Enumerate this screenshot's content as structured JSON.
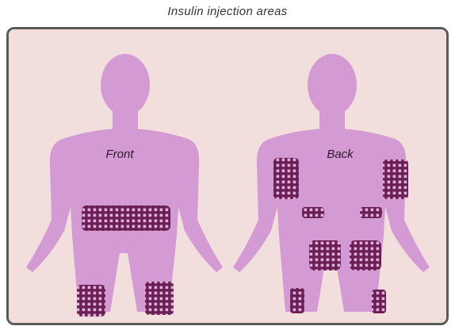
{
  "title": "Insulin injection areas",
  "views": {
    "front": {
      "label": "Front"
    },
    "back": {
      "label": "Back"
    }
  },
  "colors": {
    "background": "#f3dede",
    "body_fill": "#d39ad3",
    "injection_area": "#6a1f52",
    "frame": "#5a5a5a"
  }
}
